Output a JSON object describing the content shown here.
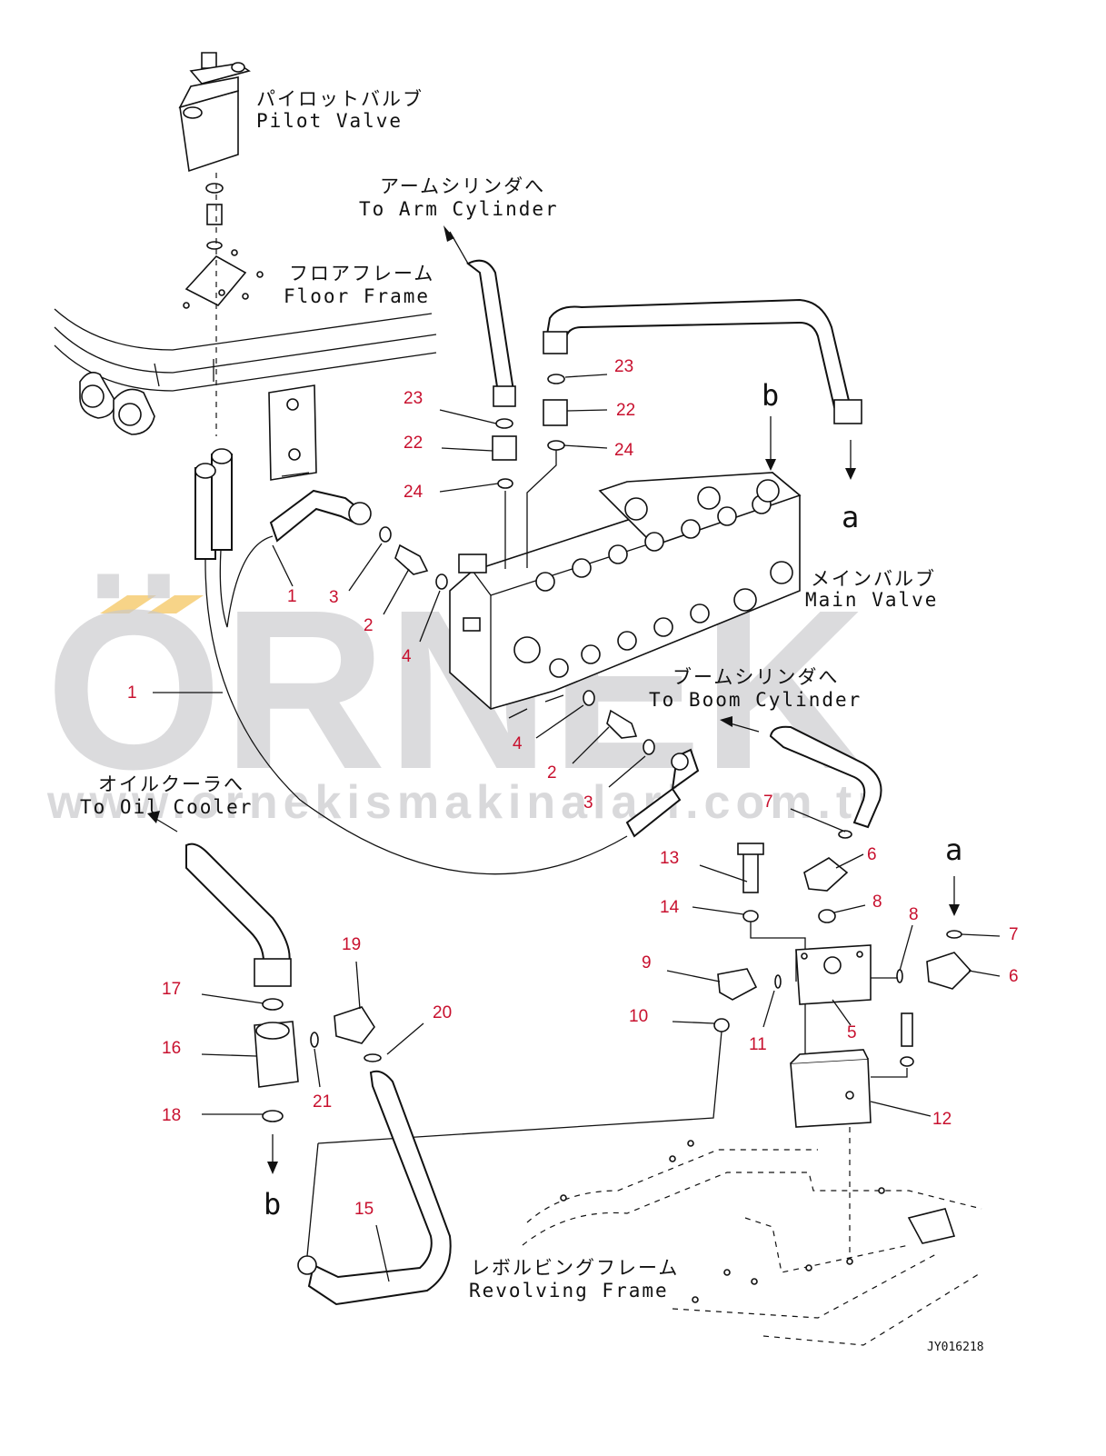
{
  "watermark": {
    "brand": "ÖRNEK",
    "url": "www.ornekismakinalari.com.tr",
    "accent_color": "#f5c96a",
    "text_color": "#c9c9cc"
  },
  "labels": {
    "pilot_valve_jp": "パイロットバルブ",
    "pilot_valve_en": "Pilot Valve",
    "arm_cyl_jp": "アームシリンダへ",
    "arm_cyl_en": "To Arm Cylinder",
    "floor_frame_jp": "フロアフレーム",
    "floor_frame_en": "Floor Frame",
    "main_valve_jp": "メインバルブ",
    "main_valve_en": "Main Valve",
    "boom_cyl_jp": "ブームシリンダへ",
    "boom_cyl_en": "To Boom Cylinder",
    "oil_cooler_jp": "オイルクーラへ",
    "oil_cooler_en": "To Oil Cooler",
    "revolving_frame_jp": "レボルビングフレーム",
    "revolving_frame_en": "Revolving Frame",
    "letter_b_top": "b",
    "letter_a_top": "a",
    "letter_a_right": "a",
    "letter_b_bottom": "b",
    "drawing_code": "JY016218"
  },
  "part_numbers": [
    "1",
    "3",
    "2",
    "4",
    "1",
    "4",
    "2",
    "3",
    "23",
    "22",
    "24",
    "23",
    "22",
    "24",
    "7",
    "6",
    "13",
    "14",
    "8",
    "8",
    "7",
    "6",
    "9",
    "10",
    "11",
    "5",
    "12",
    "19",
    "20",
    "21",
    "17",
    "16",
    "18",
    "15"
  ]
}
